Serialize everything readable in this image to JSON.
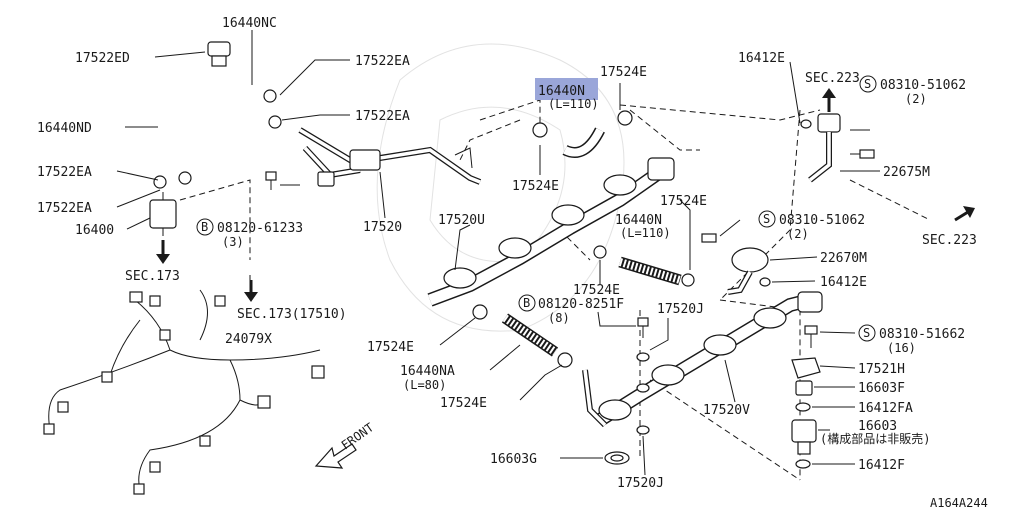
{
  "labels": {
    "l16440nc": "16440NC",
    "l17522ed": "17522ED",
    "l17522ea_1": "17522EA",
    "l17522ea_2": "17522EA",
    "l17522ea_3": "17522EA",
    "l17522ea_4": "17522EA",
    "l16440nd": "16440ND",
    "l16400": "16400",
    "sec173_a": "SEC.173",
    "b_08120_61233": "08120-61233",
    "b_08120_61233_qty": "(3)",
    "sec173_b": "SEC.173(17510)",
    "l24079x": "24079X",
    "l17520": "17520",
    "l17520u": "17520U",
    "l16440n_main": "16440N",
    "l16440n_main_sub": "(L=110)",
    "l17524e_top": "17524E",
    "l17524e_mid": "17524E",
    "l16440n_2": "16440N",
    "l16440n_2_sub": "(L=110)",
    "l17524e_right": "17524E",
    "l17524e_center": "17524E",
    "b_08120_8251f": "08120-8251F",
    "b_08120_8251f_qty": "(8)",
    "l17520j_top": "17520J",
    "l17524e_left": "17524E",
    "l16440na": "16440NA",
    "l16440na_sub": "(L=80)",
    "l17524e_bottom": "17524E",
    "front": "FRONT",
    "l16603g": "16603G",
    "l17520j_bottom": "17520J",
    "l17520v": "17520V",
    "l16412e_top": "16412E",
    "sec223_top": "SEC.223",
    "s_08310_51062_top": "08310-51062",
    "s_08310_51062_top_qty": "(2)",
    "l22675m": "22675M",
    "sec223_right": "SEC.223",
    "s_08310_51062_mid": "08310-51062",
    "s_08310_51062_mid_qty": "(2)",
    "l22670m": "22670M",
    "l16412e_mid": "16412E",
    "s_08310_51662": "08310-51662",
    "s_08310_51662_qty": "(16)",
    "l17521h": "17521H",
    "l16603f": "16603F",
    "l16412fa": "16412FA",
    "l16603": "16603",
    "l16603_note": "(構成部品は非販売)",
    "l16412f": "16412F",
    "diagram_id": "A164A244",
    "s_mark": "S",
    "b_mark": "B"
  },
  "colors": {
    "highlight": "#9aa6d9",
    "ink": "#1a1a1a"
  }
}
